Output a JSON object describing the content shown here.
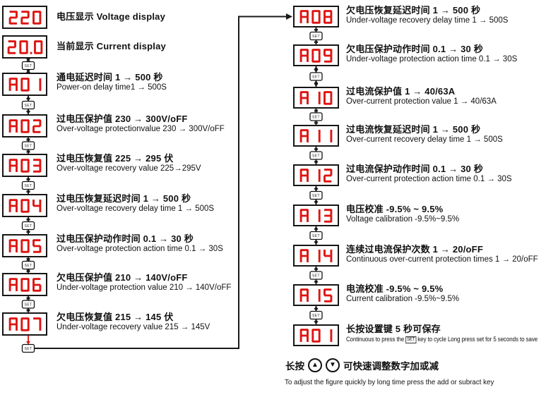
{
  "colors": {
    "digit": "#dd1512",
    "wire": "#1a1a1a",
    "red_arrow": "#dd1512"
  },
  "set_key_label": "SET",
  "left_column": {
    "items": [
      {
        "value": "220",
        "line1": "电压显示 Voltage display",
        "line2": ""
      },
      {
        "value": "20.0",
        "line1": "当前显示 Current display",
        "line2": ""
      },
      {
        "value": "A01",
        "line1": "通电延迟时间 1 → 500 秒",
        "line2": "Power-on delay time1 → 500S"
      },
      {
        "value": "A02",
        "line1": "过电压保护值 230 → 300V/oFF",
        "line2": "Over-voltage protectionvalue 230 → 300V/oFF"
      },
      {
        "value": "A03",
        "line1": "过电压恢复值 225 → 295 伏",
        "line2": "Over-voltage recovery value 225→295V"
      },
      {
        "value": "A04",
        "line1": "过电压恢复延迟时间 1 → 500 秒",
        "line2": "Over-voltage recovery delay time 1 → 500S"
      },
      {
        "value": "A05",
        "line1": "过电压保护动作时间 0.1 → 30 秒",
        "line2": "Over-voltage protection action time 0.1 → 30S"
      },
      {
        "value": "A06",
        "line1": "欠电压保护值 210 → 140V/oFF",
        "line2": "Under-voltage protection value 210 → 140V/oFF"
      },
      {
        "value": "A07",
        "line1": "欠电压恢复值 215 → 145 伏",
        "line2": "Under-voltage recovery value 215 → 145V"
      }
    ]
  },
  "right_column": {
    "items": [
      {
        "value": "A08",
        "line1": "欠电压恢复延迟时间 1 → 500 秒",
        "line2": "Under-voltage recovery delay time 1 → 500S"
      },
      {
        "value": "A09",
        "line1": "欠电压保护动作时间 0.1 → 30 秒",
        "line2": "Under-voltage protection action time 0.1 → 30S"
      },
      {
        "value": "A10",
        "line1": "过电流保护值 1 → 40/63A",
        "line2": "Over-current protection value 1 → 40/63A"
      },
      {
        "value": "A11",
        "line1": "过电流恢复延迟时间 1 → 500 秒",
        "line2": "Over-current recovery delay time 1 → 500S"
      },
      {
        "value": "A12",
        "line1": "过电流保护动作时间 0.1 → 30 秒",
        "line2": "Over-current protection action time 0.1 → 30S"
      },
      {
        "value": "A13",
        "line1": "电压校准 -9.5% ~ 9.5%",
        "line2": "Voltage calibration -9.5%~9.5%"
      },
      {
        "value": "A14",
        "line1": "连续过电流保护次数 1 → 20/oFF",
        "line2": "Continuous over-current protection times 1 → 20/oFF"
      },
      {
        "value": "A15",
        "line1": "电流校准 -9.5% ~ 9.5%",
        "line2": "Current calibration -9.5%~9.5%"
      },
      {
        "value": "A01",
        "line1": "长按设置键 5 秒可保存",
        "line2_pre": "Continuous to press the ",
        "line2_chip": "SET",
        "line2_post": " key to cycle Long press set for 5 seconds to save"
      }
    ]
  },
  "footer": {
    "zh_pre": "长按",
    "zh_post": "可快速调整数字加或减",
    "en": "To adjust the figure quickly by long time press the add or subract key",
    "up_icon": "▲",
    "down_icon": "▼"
  }
}
